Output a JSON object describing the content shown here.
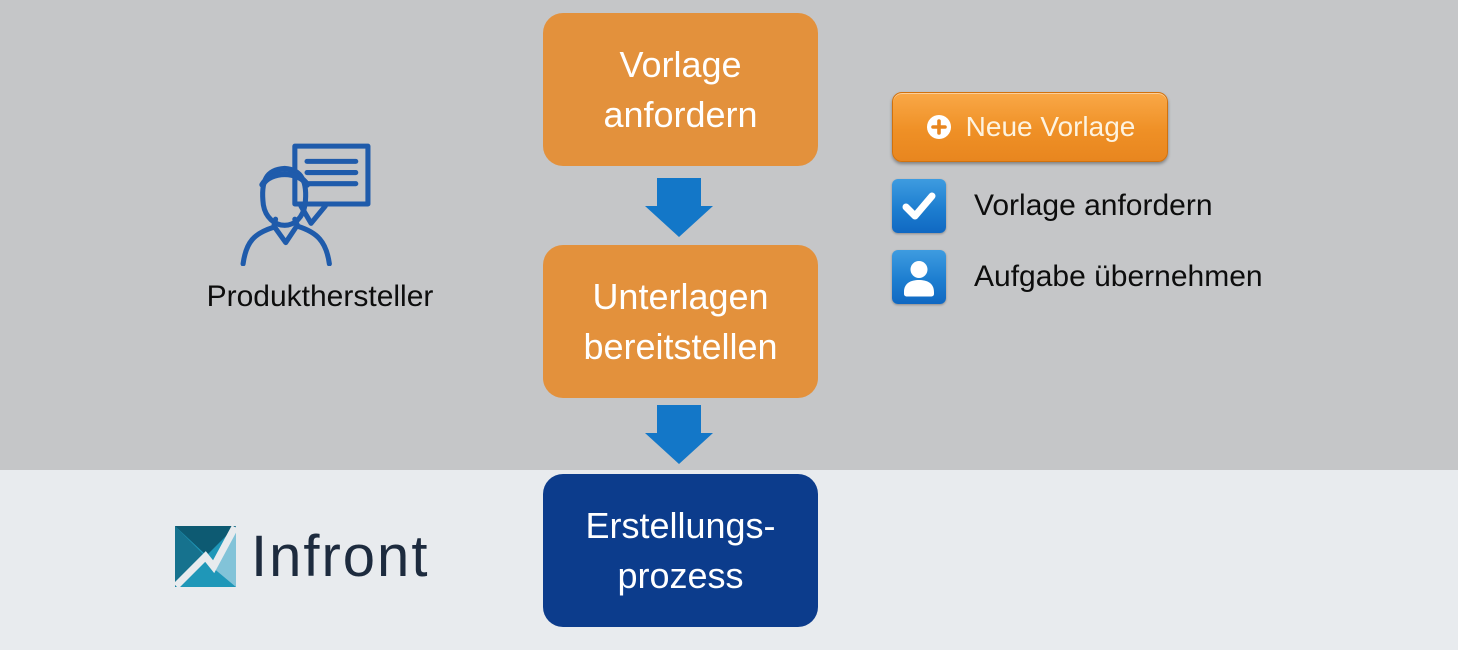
{
  "diagram": {
    "actor": {
      "label": "Produkthersteller"
    },
    "steps": [
      {
        "id": "step-vorlage-anfordern",
        "label": "Vorlage\nanfordern",
        "color": "#e3913c"
      },
      {
        "id": "step-unterlagen-bereitstellen",
        "label": "Unterlagen\nbereitstellen",
        "color": "#e3913c"
      },
      {
        "id": "step-erstellungsprozess",
        "label": "Erstellungs-\nprozess",
        "color": "#0c3c8c"
      }
    ],
    "legend": {
      "button_label": "Neue Vorlage",
      "items": [
        {
          "icon": "check-icon",
          "label": "Vorlage anfordern"
        },
        {
          "icon": "person-icon",
          "label": "Aufgabe übernehmen"
        }
      ]
    },
    "brand": {
      "name": "Infront"
    }
  },
  "icons": {
    "plus": "plus-circle-icon",
    "check": "check-icon",
    "person": "person-icon",
    "actor": "person-speech-bubble-icon",
    "arrow": "down-arrow-icon",
    "logo": "infront-logo-icon"
  },
  "colors": {
    "top_background": "#c5c6c8",
    "bottom_background": "#e8ebee",
    "orange_box": "#e3913c",
    "navy_box": "#0c3c8c",
    "arrow_blue": "#1377c8",
    "button_orange": "#ef9026",
    "button_text": "#fdf3e0",
    "legend_icon_blue": "#1d7ed0",
    "actor_stroke": "#1f5bab",
    "label_text": "#0d0d0d",
    "brand_text": "#1d2b3e",
    "logo_dark_teal": "#0d5a72",
    "logo_mid_teal": "#16728e",
    "logo_bright_teal": "#1f97b8",
    "logo_light_blue": "#82c3d8"
  }
}
